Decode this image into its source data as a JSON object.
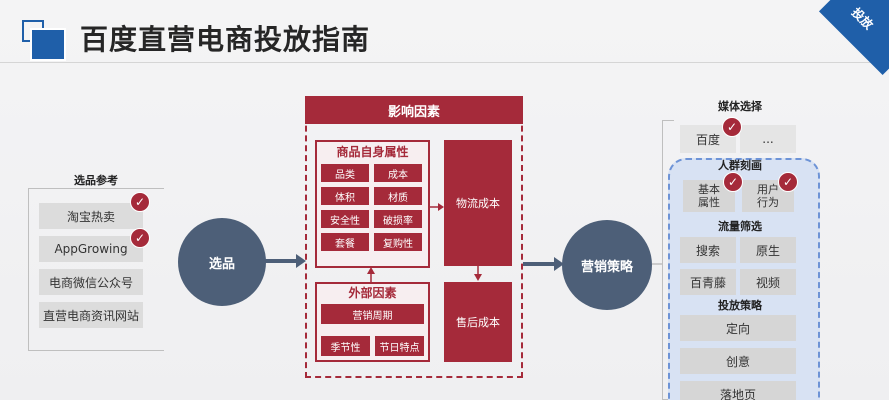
{
  "header": {
    "title": "百度直营电商投放指南",
    "corner_tag": "投放"
  },
  "left": {
    "section_label": "选品参考",
    "items": [
      {
        "label": "淘宝热卖",
        "checked": true
      },
      {
        "label": "AppGrowing",
        "checked": true
      },
      {
        "label": "电商微信公众号",
        "checked": false
      },
      {
        "label": "直营电商资讯网站",
        "checked": false
      }
    ],
    "check_glyph": "✓"
  },
  "nodes": {
    "select": "选品",
    "marketing": "营销策略"
  },
  "influence": {
    "title": "影响因素",
    "product": {
      "title": "商品自身属性",
      "cells": [
        "品类",
        "成本",
        "体积",
        "材质",
        "安全性",
        "破损率",
        "套餐",
        "复购性"
      ]
    },
    "external": {
      "title": "外部因素",
      "main": "营销周期",
      "cells": [
        "季节性",
        "节日特点"
      ]
    },
    "logistics": "物流成本",
    "aftersales": "售后成本"
  },
  "right": {
    "media": {
      "label": "媒体选择",
      "items": [
        "百度",
        "..."
      ]
    },
    "crowd": {
      "label": "人群刻画",
      "items": [
        "基本\n属性",
        "用户\n行为"
      ]
    },
    "traffic": {
      "label": "流量筛选",
      "items": [
        "搜索",
        "原生",
        "百青藤",
        "视频"
      ]
    },
    "strategy": {
      "label": "投放策略",
      "items": [
        "定向",
        "创意",
        "落地页"
      ]
    }
  },
  "colors": {
    "accent_red": "#a52a3a",
    "node_slate": "#4d5f78",
    "brand_blue": "#1f5fa9",
    "zone_blue": "#d8e2f3"
  }
}
